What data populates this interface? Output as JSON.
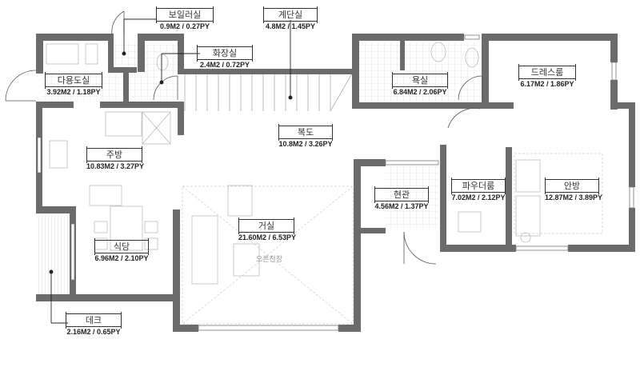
{
  "floorplan": {
    "wall_color": "#6b6b6b",
    "line_color": "#333333",
    "furniture_color": "#bbbbbb",
    "rooms": [
      {
        "id": "boiler",
        "name": "보일러실",
        "area": "0.9M2 / 0.27PY"
      },
      {
        "id": "stairs",
        "name": "계단실",
        "area": "4.8M2 / 1.45PY"
      },
      {
        "id": "powder",
        "name": "화장실",
        "area": "2.4M2 / 0.72PY"
      },
      {
        "id": "utility",
        "name": "다용도실",
        "area": "3.92M2 / 1.18PY"
      },
      {
        "id": "bath",
        "name": "욕실",
        "area": "6.84M2 / 2.06PY"
      },
      {
        "id": "dressroom",
        "name": "드레스룸",
        "area": "6.17M2 / 1.86PY"
      },
      {
        "id": "hall",
        "name": "복도",
        "area": "10.8M2 / 3.26PY"
      },
      {
        "id": "kitchen",
        "name": "주방",
        "area": "10.83M2 / 3.27PY"
      },
      {
        "id": "entry",
        "name": "현관",
        "area": "4.56M2 / 1.37PY"
      },
      {
        "id": "powderroom",
        "name": "파우더룸",
        "area": "7.02M2 / 2.12PY"
      },
      {
        "id": "master",
        "name": "안방",
        "area": "12.87M2 / 3.89PY"
      },
      {
        "id": "living",
        "name": "거실",
        "area": "21.60M2 / 6.53PY"
      },
      {
        "id": "dining",
        "name": "식당",
        "area": "6.96M2 / 2.10PY"
      },
      {
        "id": "deck",
        "name": "데크",
        "area": "2.16M2 / 0.65PY"
      }
    ],
    "notes": {
      "open_ceiling": "오픈천장"
    }
  }
}
